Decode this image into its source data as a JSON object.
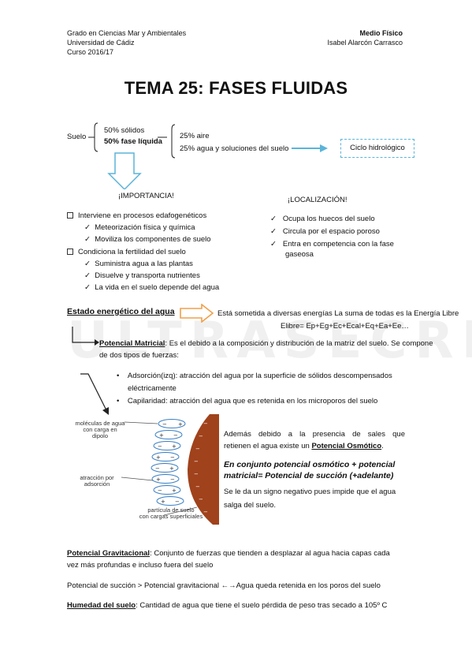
{
  "header": {
    "left": [
      "Grado en Ciencias Mar y Ambientales",
      "Universidad de Cádiz",
      "Curso 2016/17"
    ],
    "right_title": "Medio Físico",
    "right_author": "Isabel Alarcón Carrasco"
  },
  "title": "TEMA 25: FASES FLUIDAS",
  "suelo": {
    "label": "Suelo",
    "solidos": "50% sólidos",
    "fase_liquida": "50% fase líquida",
    "aire": "25% aire",
    "agua": "25% agua y soluciones del suelo",
    "ciclo": "Ciclo hidrológico"
  },
  "importancia": {
    "heading": "¡IMPORTANCIA!",
    "items": [
      {
        "text": "Interviene en procesos edafogenéticos",
        "sub": [
          "Meteorización física y química",
          "Moviliza los componentes de suelo"
        ]
      },
      {
        "text": "Condiciona la fertilidad del suelo",
        "sub": [
          "Suministra agua a las plantas",
          "Disuelve y transporta nutrientes",
          "La vida en el suelo depende del agua"
        ]
      }
    ]
  },
  "localizacion": {
    "heading": "¡LOCALIZACIÓN!",
    "items": [
      "Ocupa los huecos del suelo",
      "Circula por el espacio poroso",
      "Entra en competencia con la fase",
      "gaseosa"
    ]
  },
  "estado": {
    "heading": "Estado energético del agua",
    "line1": "Está sometida a diversas energías La suma de todas es la Energía Libre",
    "line2": "Elibre= Ep+Eg+Ec+Ecal+Eq+Ea+Ee…"
  },
  "matricial": {
    "term": "Potencial Matricial",
    "text1": ": Es el debido a la composición y distribución de la matriz del suelo. Se compone",
    "text2": "de dos tipos de fuerzas:",
    "adsorcion": "Adsorción(izq): atracción del agua por la superficie de sólidos descompensados",
    "adsorcion2": "eléctricamente",
    "capilaridad": "Capilaridad: atracción del agua que es retenida en los microporos del suelo"
  },
  "figure": {
    "label1": "moléculas de agua",
    "label1b": "con carga en",
    "label1c": "dipolo",
    "label2": "atracción por",
    "label2b": "adsorción",
    "label3": "partícula de suelo",
    "label3b": "con cargas superficiales"
  },
  "osmotico": {
    "line1": "Además debido a la presencia de sales que",
    "line2a": "retienen el agua existe un ",
    "term": "Potencial Osmótico",
    "line2b": ".",
    "succion1": "En conjunto potencial osmótico + potencial",
    "succion2": "matricial= Potencial de succión (+adelante)",
    "neg1": "Se le da un signo negativo pues impide que el agua",
    "neg2": "salga del suelo."
  },
  "gravitacional": {
    "term": "Potencial Gravitacional",
    "text1": ": Conjunto de fuerzas que tienden a desplazar al agua hacia capas cada",
    "text2": "vez más profundas e incluso fuera del suelo"
  },
  "comparacion": "Potencial de succión > Potencial gravitacional ←→Agua queda retenida en los poros del suelo",
  "humedad": {
    "term": "Humedad del suelo",
    "text": ": Cantidad de agua que tiene el suelo pérdida de peso tras secado a 105º C"
  },
  "watermark": "ULTRASECRETO",
  "colors": {
    "accent_blue": "#5bb4d9",
    "arrow_orange": "#f0a04b",
    "soil": "#a0421c"
  }
}
